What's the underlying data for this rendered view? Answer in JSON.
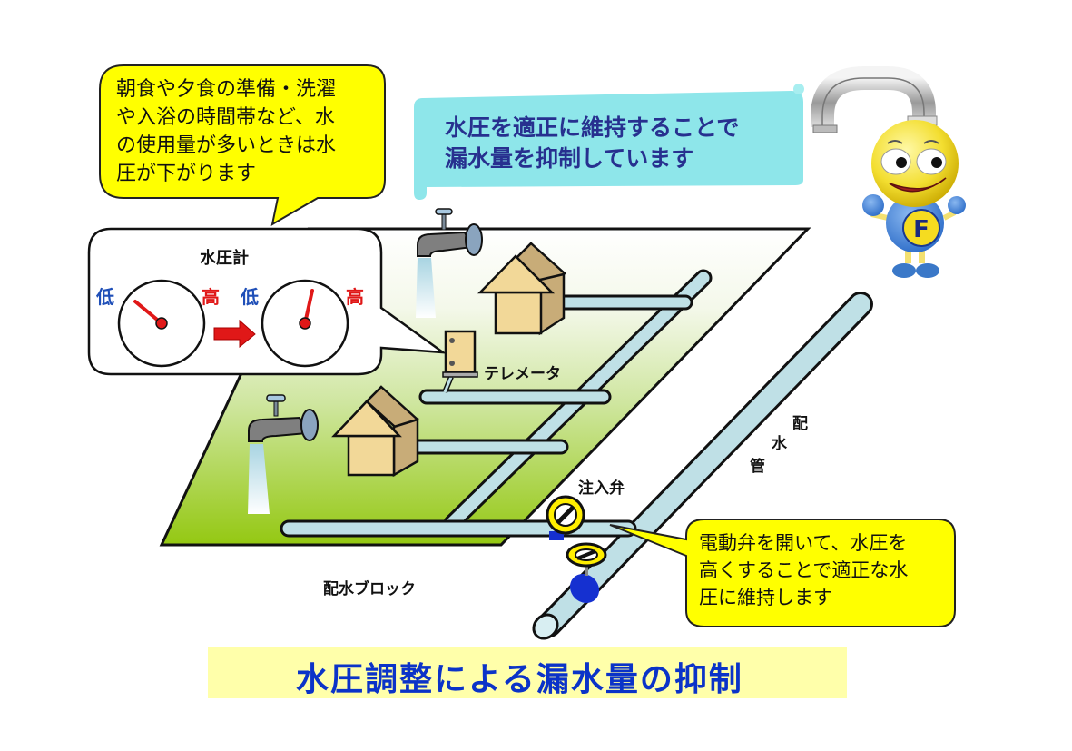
{
  "title": "水圧調整による漏水量の抑制",
  "banner": {
    "line1": "水圧を適正に維持することで",
    "line2": "漏水量を抑制しています",
    "color": "#8ee6ea"
  },
  "callout_usage": {
    "lines": [
      "朝食や夕食の準備・洗濯",
      "や入浴の時間帯など、水",
      "の使用量が多いときは水",
      "圧が下がります"
    ],
    "color": "#ffff00"
  },
  "gauge_panel": {
    "title": "水圧計",
    "before": {
      "low_label": "低",
      "high_label": "高",
      "needle": "low"
    },
    "after": {
      "low_label": "低",
      "high_label": "高",
      "needle": "high"
    },
    "arrow": "right-arrow"
  },
  "callout_valve": {
    "lines": [
      "電動弁を開いて、水圧を",
      "高くすることで適正な水",
      "圧に維持します"
    ],
    "color": "#ffff00"
  },
  "labels": {
    "telemeter": "テレメータ",
    "injection_valve": "注入弁",
    "distribution_block": "配水ブロック",
    "distribution_main": [
      "配",
      "水",
      "管"
    ]
  },
  "mascot": {
    "badge_letter": "F"
  },
  "colors": {
    "pipe": "#bfe0e6",
    "ground_green": "#9fcc22",
    "house_front": "#f2d898",
    "house_side": "#c8ac78",
    "title_bg": "#ffffaa",
    "title_text": "#0b33c8",
    "valve_yellow": "#ffee00",
    "valve_blue": "#1530d0"
  }
}
